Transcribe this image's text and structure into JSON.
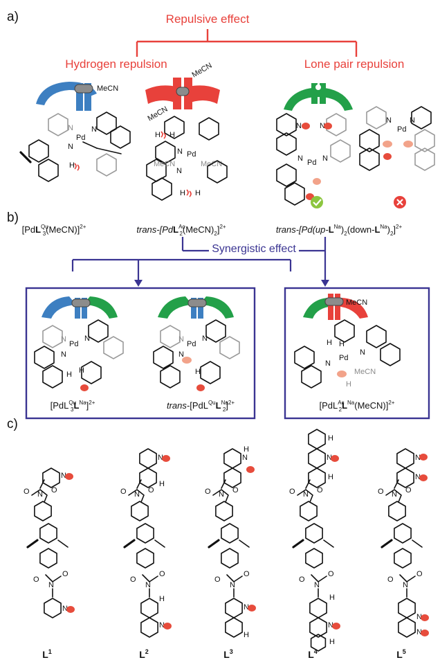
{
  "panels": {
    "a": "a)",
    "b": "b)",
    "c": "c)"
  },
  "top": {
    "repulsive_effect": "Repulsive effect",
    "hydrogen_repulsion": "Hydrogen repulsion",
    "lone_pair_repulsion": "Lone pair repulsion"
  },
  "middle": {
    "synergistic_effect": "Synergistic effect"
  },
  "complexes_a": [
    {
      "prefix": "[Pd",
      "ligand": "L",
      "sup": "Qu",
      "sub": "3",
      "rest": "(MeCN)]",
      "charge": "2+"
    },
    {
      "prefix": "trans-[Pd",
      "ligand": "L",
      "sup": "Ac",
      "sub": "2",
      "rest": "(MeCN)",
      "sub2": "2",
      "tail": "]",
      "charge": "2+"
    },
    {
      "prefix": "trans-[Pd(up-",
      "ligand": "L",
      "sup": "Na",
      "rest": ")",
      "sub": "2",
      "mid": "(down-",
      "ligand2": "L",
      "sup2": "Na",
      "tail": ")",
      "sub2": "2",
      "end": "]",
      "charge": "2+"
    }
  ],
  "complexes_b": [
    {
      "text": "[PdL",
      "sup1": "Qu",
      "sub1": "3",
      "l2": "L",
      "sup2": "Na",
      "end": "]",
      "charge": "2+"
    },
    {
      "prefix": "trans-",
      "text": "[PdL",
      "sup1": "Qu",
      "l2": "L",
      "sup2": "Na",
      "sub2": "2",
      "end": "]",
      "charge": "2+"
    },
    {
      "text": "[PdL",
      "sup1": "Ac",
      "sub1": "2",
      "l2": "L",
      "sup2": "Na",
      "rest": "(MeCN)]",
      "charge": "2+"
    }
  ],
  "atoms": {
    "pd": "Pd",
    "n": "N",
    "h": "H",
    "o": "O",
    "mecn": "MeCN"
  },
  "ligands": [
    {
      "label": "L",
      "sup": "1"
    },
    {
      "label": "L",
      "sup": "2"
    },
    {
      "label": "L",
      "sup": "3"
    },
    {
      "label": "L",
      "sup": "4"
    },
    {
      "label": "L",
      "sup": "5"
    }
  ],
  "colors": {
    "red": "#e8413b",
    "blue_text": "#3a3492",
    "box": "#3a3492",
    "cage_blue": "#3d7fc1",
    "cage_red": "#e8413b",
    "cage_green": "#23a049",
    "cage_grey": "#8c8c8c",
    "ok_green": "#8cc63f",
    "no_red": "#e8413b",
    "lone_pair": "#e74c3c",
    "lone_pair_faint": "#f2a38a"
  },
  "icons": [
    "check-icon",
    "cross-icon"
  ]
}
